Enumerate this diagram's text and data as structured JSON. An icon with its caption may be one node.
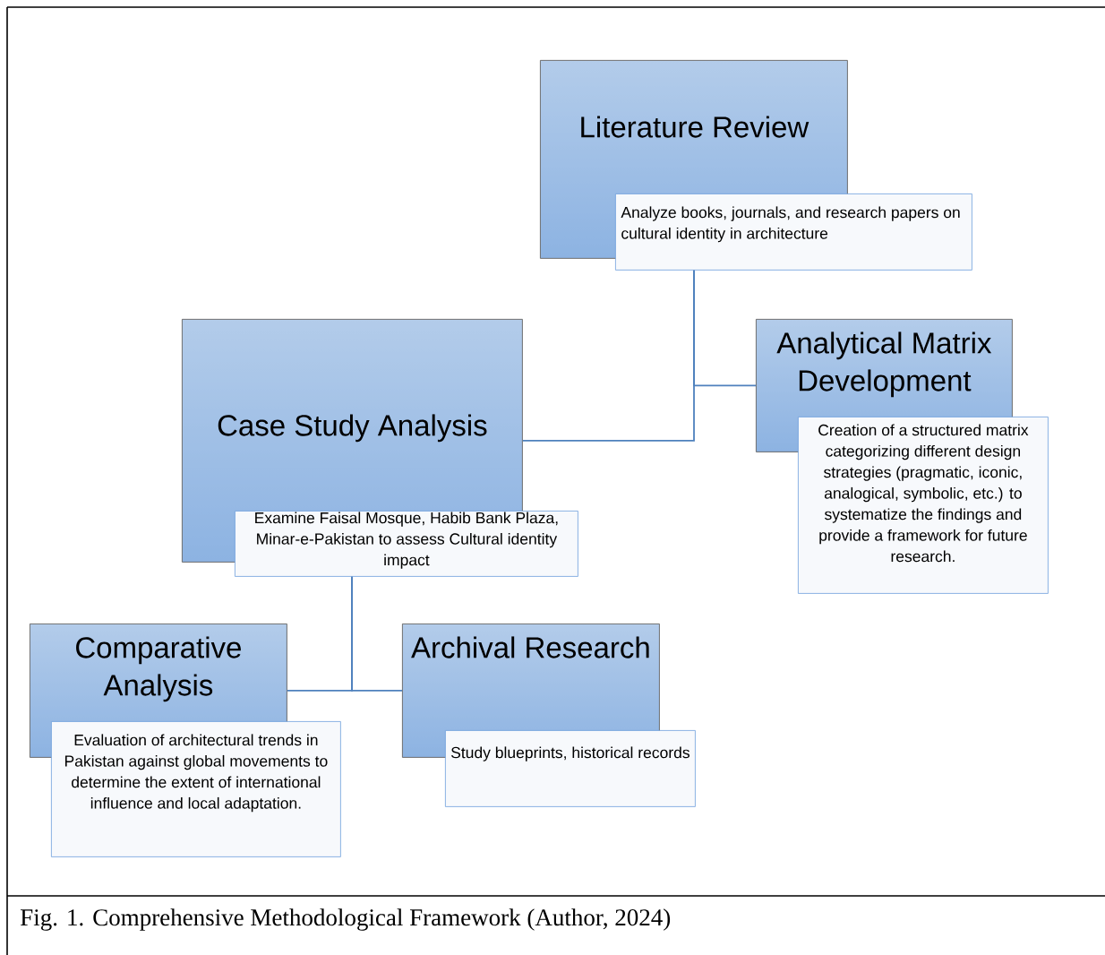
{
  "diagram": {
    "caption": "Fig. 1. Comprehensive Methodological Framework (Author, 2024)",
    "nodes": [
      {
        "text": [
          "Literature Review"
        ]
      },
      {
        "text": [
          "Analyze books, journals, and research papers on cultural identity in architecture"
        ]
      },
      {
        "text": [
          "Analytical Matrix Development"
        ]
      },
      {
        "text": [
          "Creation of a structured matrix categorizing different design strategies (pragmatic, iconic, analogical, symbolic, etc.) to systematize the findings and provide a framework for future research."
        ]
      },
      {
        "text": [
          "Case Study Analysis"
        ]
      },
      {
        "text": [
          "Examine Faisal Mosque, Habib Bank Plaza, Minar-e-Pakistan to assess Cultural identity impact"
        ]
      },
      {
        "text": [
          "Comparative Analysis"
        ]
      },
      {
        "text": [
          "Evaluation of architectural trends in Pakistan against global movements to determine the extent of international influence and local adaptation."
        ]
      },
      {
        "text": [
          "Archival Research"
        ]
      },
      {
        "text": [
          "Study blueprints, historical records"
        ]
      }
    ],
    "edges": [
      {
        "from": 1,
        "to": 2,
        "arrow": "none"
      },
      {
        "from": 1,
        "to": 4,
        "arrow": "none"
      },
      {
        "from": 5,
        "to": 6,
        "arrow": "none"
      },
      {
        "from": 5,
        "to": 8,
        "arrow": "none"
      }
    ]
  }
}
